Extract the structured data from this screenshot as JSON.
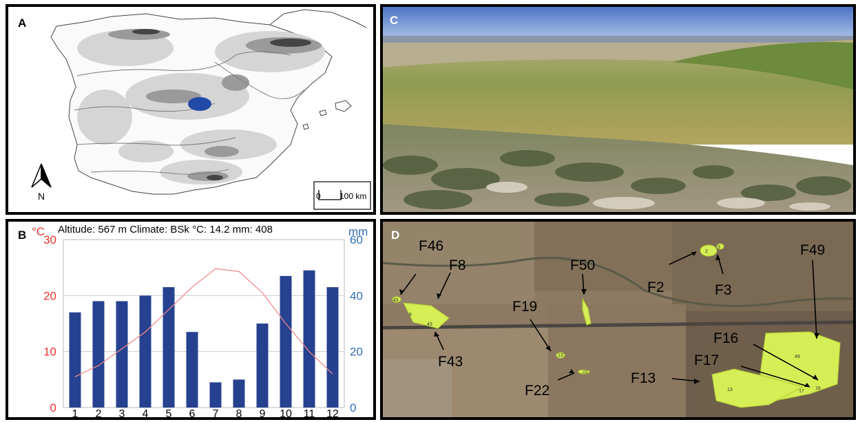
{
  "panels": {
    "a": {
      "label": "A",
      "north_label": "N",
      "scale": {
        "zero": "0",
        "distance": "100 km"
      }
    },
    "b": {
      "label": "B"
    },
    "c": {
      "label": "C"
    },
    "d": {
      "label": "D",
      "field_labels": [
        "F46",
        "F8",
        "F43",
        "F50",
        "F19",
        "F22",
        "F2",
        "F3",
        "F49",
        "F16",
        "F17",
        "F13"
      ],
      "plot_numbers": [
        "45",
        "8",
        "43",
        "2",
        "3",
        "13",
        "22",
        "49",
        "13",
        "17",
        "16"
      ]
    }
  },
  "chart_data": {
    "type": "bar",
    "title": "Altitude: 567 m  Climate: BSk  °C: 14.2  mm: 408",
    "categories": [
      "1",
      "2",
      "3",
      "4",
      "5",
      "6",
      "7",
      "8",
      "9",
      "10",
      "11",
      "12"
    ],
    "y_left": {
      "label": "°C",
      "ticks": [
        0,
        10,
        20,
        30
      ],
      "range": [
        0,
        30
      ],
      "color": "#e8312c"
    },
    "y_right": {
      "label": "mm",
      "ticks": [
        0,
        20,
        40,
        60
      ],
      "range": [
        0,
        60
      ],
      "color": "#2f6db4"
    },
    "series": [
      {
        "name": "mm",
        "type": "bar",
        "axis": "right",
        "color": "#26418f",
        "values": [
          34,
          38,
          38,
          40,
          43,
          27,
          9,
          10,
          30,
          47,
          49,
          43
        ]
      },
      {
        "name": "°C",
        "type": "line",
        "axis": "left",
        "color": "#f28a8a",
        "values": [
          5.5,
          7.5,
          10.5,
          13.5,
          17.5,
          21.5,
          24.8,
          24.3,
          20.5,
          15,
          10,
          6
        ]
      }
    ],
    "grid": true
  }
}
